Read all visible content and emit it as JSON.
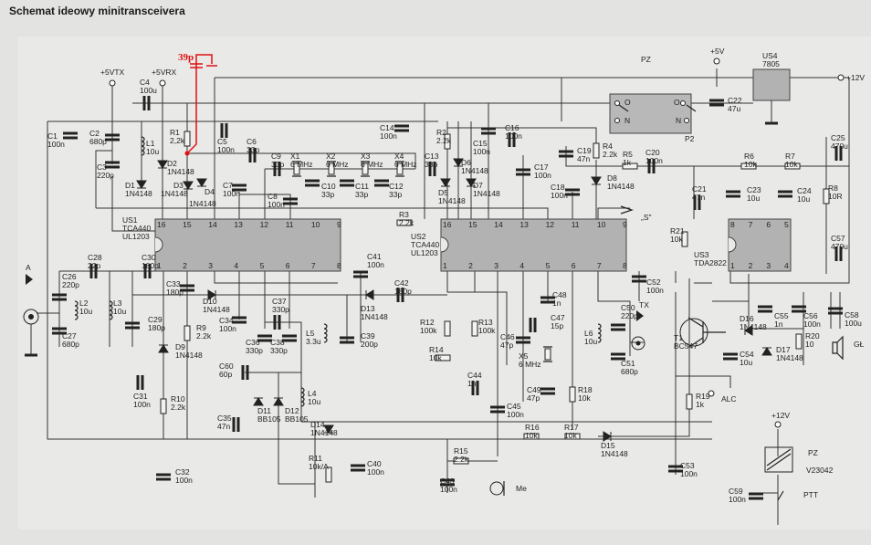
{
  "title": "Schemat ideowy minitransceivera",
  "modification_label": "39p",
  "colors": {
    "background": "#e3e3e1",
    "ic_fill": "#b2b2b2",
    "modification": "#e01010",
    "wire": "#333333"
  },
  "nets": {
    "vtx": "+5VTX",
    "vrx": "+5VRX",
    "v5": "+5V",
    "v12": "+12V",
    "v12_relay": "+12V",
    "antenna": "A",
    "tx": "TX",
    "alc": "ALC",
    "s_point": "„S\"",
    "mic": "Me",
    "speaker": "GŁ",
    "ptt": "PTT",
    "switch_pz": "PZ",
    "switch_p2": "P2",
    "relay_pz": "PZ",
    "relay_model": "V23042",
    "contact_o1": "O",
    "contact_n1": "N",
    "contact_o2": "O",
    "contact_n2": "N"
  },
  "ics": [
    {
      "ref": "US1",
      "value": "TCA440",
      "value2": "UL1203",
      "pins_top": [
        "16",
        "15",
        "14",
        "13",
        "12",
        "11",
        "10",
        "9"
      ],
      "pins_bottom": [
        "1",
        "2",
        "3",
        "4",
        "5",
        "6",
        "7",
        "8"
      ]
    },
    {
      "ref": "US2",
      "value": "TCA440",
      "value2": "UL1203",
      "pins_top": [
        "16",
        "15",
        "14",
        "13",
        "12",
        "11",
        "10",
        "9"
      ],
      "pins_bottom": [
        "1",
        "2",
        "3",
        "4",
        "5",
        "6",
        "7",
        "8"
      ]
    },
    {
      "ref": "US3",
      "value": "TDA2822",
      "pins_top": [
        "8",
        "7",
        "6",
        "5"
      ],
      "pins_bottom": [
        "1",
        "2",
        "3",
        "4"
      ]
    },
    {
      "ref": "US4",
      "value": "7805"
    }
  ],
  "components": [
    {
      "ref": "C1",
      "value": "100n"
    },
    {
      "ref": "C2",
      "value": "680p"
    },
    {
      "ref": "C3",
      "value": "220p"
    },
    {
      "ref": "L1",
      "value": "10u"
    },
    {
      "ref": "D1",
      "value": "1N4148"
    },
    {
      "ref": "C4",
      "value": "100u"
    },
    {
      "ref": "R1",
      "value": "2,2k"
    },
    {
      "ref": "D2",
      "value": "1N4148"
    },
    {
      "ref": "D3",
      "value": "1N4148"
    },
    {
      "ref": "D4",
      "value": "1N4148"
    },
    {
      "ref": "C5",
      "value": "100n"
    },
    {
      "ref": "C6",
      "value": "33p"
    },
    {
      "ref": "C7",
      "value": "100n"
    },
    {
      "ref": "C8",
      "value": "100n"
    },
    {
      "ref": "C9",
      "value": "33p"
    },
    {
      "ref": "X1",
      "value": "6 MHz"
    },
    {
      "ref": "C10",
      "value": "33p"
    },
    {
      "ref": "X2",
      "value": "6 MHz"
    },
    {
      "ref": "C11",
      "value": "33p"
    },
    {
      "ref": "X3",
      "value": "6 MHz"
    },
    {
      "ref": "C12",
      "value": "33p"
    },
    {
      "ref": "X4",
      "value": "6 MHz"
    },
    {
      "ref": "C13",
      "value": "33p"
    },
    {
      "ref": "C14",
      "value": "100n"
    },
    {
      "ref": "R2",
      "value": "2.2k"
    },
    {
      "ref": "R3",
      "value": "2.2k"
    },
    {
      "ref": "D5",
      "value": "1N4148"
    },
    {
      "ref": "D6",
      "value": "1N4148"
    },
    {
      "ref": "D7",
      "value": "1N4148"
    },
    {
      "ref": "C15",
      "value": "100n"
    },
    {
      "ref": "C16",
      "value": "100n"
    },
    {
      "ref": "C17",
      "value": "100n"
    },
    {
      "ref": "C18",
      "value": "100n"
    },
    {
      "ref": "C19",
      "value": "47n"
    },
    {
      "ref": "R4",
      "value": "2.2k"
    },
    {
      "ref": "D8",
      "value": "1N4148"
    },
    {
      "ref": "R5",
      "value": "1k"
    },
    {
      "ref": "C20",
      "value": "100n"
    },
    {
      "ref": "C22",
      "value": "47u"
    },
    {
      "ref": "C25",
      "value": "470u"
    },
    {
      "ref": "R6",
      "value": "10k"
    },
    {
      "ref": "R7",
      "value": "10k"
    },
    {
      "ref": "R8",
      "value": "10R"
    },
    {
      "ref": "C21",
      "value": "47n"
    },
    {
      "ref": "C23",
      "value": "10u"
    },
    {
      "ref": "C24",
      "value": "10u"
    },
    {
      "ref": "R21",
      "value": "10k"
    },
    {
      "ref": "C57",
      "value": "470u"
    },
    {
      "ref": "C41",
      "value": "100n"
    },
    {
      "ref": "C26",
      "value": "220p"
    },
    {
      "ref": "C27",
      "value": "680p"
    },
    {
      "ref": "L2",
      "value": "10u"
    },
    {
      "ref": "C28",
      "value": "22p"
    },
    {
      "ref": "L3",
      "value": "10u"
    },
    {
      "ref": "C30",
      "value": "180p"
    },
    {
      "ref": "C29",
      "value": "180p"
    },
    {
      "ref": "C33",
      "value": "180p"
    },
    {
      "ref": "D9",
      "value": "1N4148"
    },
    {
      "ref": "D10",
      "value": "1N4148"
    },
    {
      "ref": "C34",
      "value": "100n"
    },
    {
      "ref": "R9",
      "value": "2.2k"
    },
    {
      "ref": "C37",
      "value": "330p"
    },
    {
      "ref": "C36",
      "value": "330p"
    },
    {
      "ref": "C38",
      "value": "330p"
    },
    {
      "ref": "L5",
      "value": "3.3u"
    },
    {
      "ref": "C39",
      "value": "200p"
    },
    {
      "ref": "D13",
      "value": "1N4148"
    },
    {
      "ref": "C42",
      "value": "180p"
    },
    {
      "ref": "C60",
      "value": "60p"
    },
    {
      "ref": "C31",
      "value": "100n"
    },
    {
      "ref": "R10",
      "value": "2.2k"
    },
    {
      "ref": "L4",
      "value": "10u"
    },
    {
      "ref": "D11",
      "value": "BB105"
    },
    {
      "ref": "D12",
      "value": "BB105"
    },
    {
      "ref": "C35",
      "value": "47n"
    },
    {
      "ref": "D14",
      "value": "1N4148"
    },
    {
      "ref": "R11",
      "value": "10k/A"
    },
    {
      "ref": "C40",
      "value": "100n"
    },
    {
      "ref": "C32",
      "value": "100n"
    },
    {
      "ref": "R15",
      "value": "2.2k"
    },
    {
      "ref": "C43",
      "value": "100n"
    },
    {
      "ref": "R12",
      "value": "100k"
    },
    {
      "ref": "R14",
      "value": "10k"
    },
    {
      "ref": "R13",
      "value": "100k"
    },
    {
      "ref": "C44",
      "value": "1n"
    },
    {
      "ref": "C45",
      "value": "100n"
    },
    {
      "ref": "R16",
      "value": "10k"
    },
    {
      "ref": "R17",
      "value": "10k"
    },
    {
      "ref": "D15",
      "value": "1N4148"
    },
    {
      "ref": "C48",
      "value": "1n"
    },
    {
      "ref": "C47",
      "value": "15p"
    },
    {
      "ref": "C46",
      "value": "47p"
    },
    {
      "ref": "X5",
      "value": "6 MHz"
    },
    {
      "ref": "C49",
      "value": "47p"
    },
    {
      "ref": "R18",
      "value": "10k"
    },
    {
      "ref": "L6",
      "value": "10u"
    },
    {
      "ref": "C50",
      "value": "220p"
    },
    {
      "ref": "C51",
      "value": "680p"
    },
    {
      "ref": "C52",
      "value": "100n"
    },
    {
      "ref": "T1",
      "value": "BC547"
    },
    {
      "ref": "C53",
      "value": "100n"
    },
    {
      "ref": "R19",
      "value": "1k"
    },
    {
      "ref": "C54",
      "value": "10u"
    },
    {
      "ref": "D16",
      "value": "1N4148"
    },
    {
      "ref": "D17",
      "value": "1N4148"
    },
    {
      "ref": "C55",
      "value": "1n"
    },
    {
      "ref": "C56",
      "value": "100n"
    },
    {
      "ref": "R20",
      "value": "10"
    },
    {
      "ref": "C58",
      "value": "100u"
    },
    {
      "ref": "C59",
      "value": "100n"
    }
  ]
}
